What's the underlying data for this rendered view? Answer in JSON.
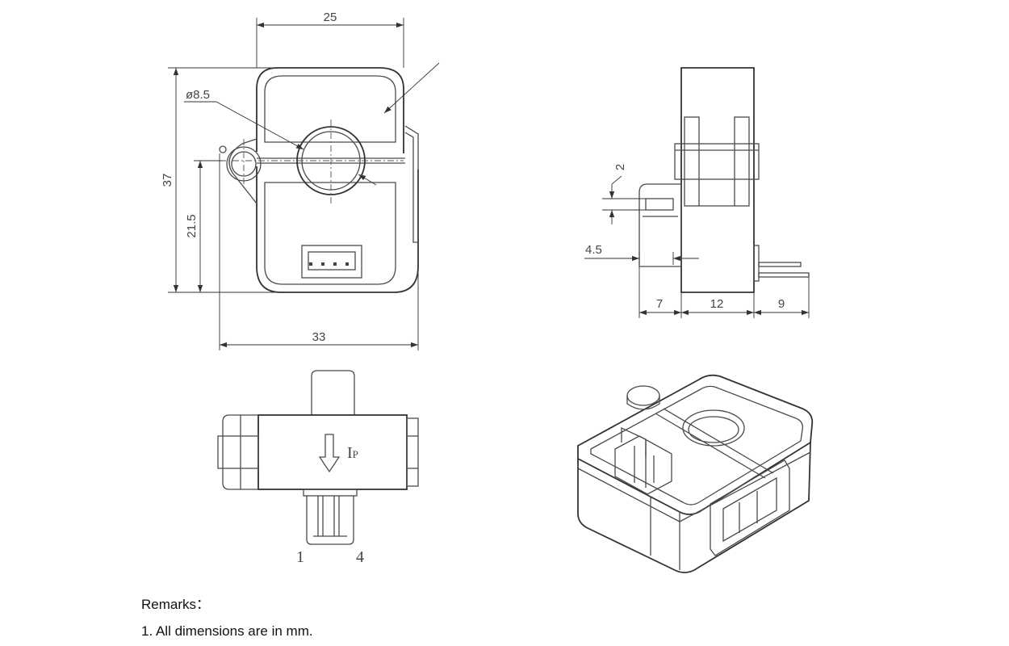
{
  "dimensions": {
    "width_top": "25",
    "diameter": "ø8.5",
    "height_total": "37",
    "height_center": "21.5",
    "width_overall": "33",
    "slot_height": "2",
    "pin_offset": "4.5",
    "side_left": "7",
    "side_mid": "12",
    "side_right": "9"
  },
  "bottom_view": {
    "current_label": "I",
    "current_subscript": "P",
    "pin_first": "1",
    "pin_last": "4"
  },
  "remarks": {
    "heading": "Remarks：",
    "note": "1. All dimensions are in mm."
  },
  "colors": {
    "line": "#4a4a4a",
    "background": "#ffffff"
  }
}
